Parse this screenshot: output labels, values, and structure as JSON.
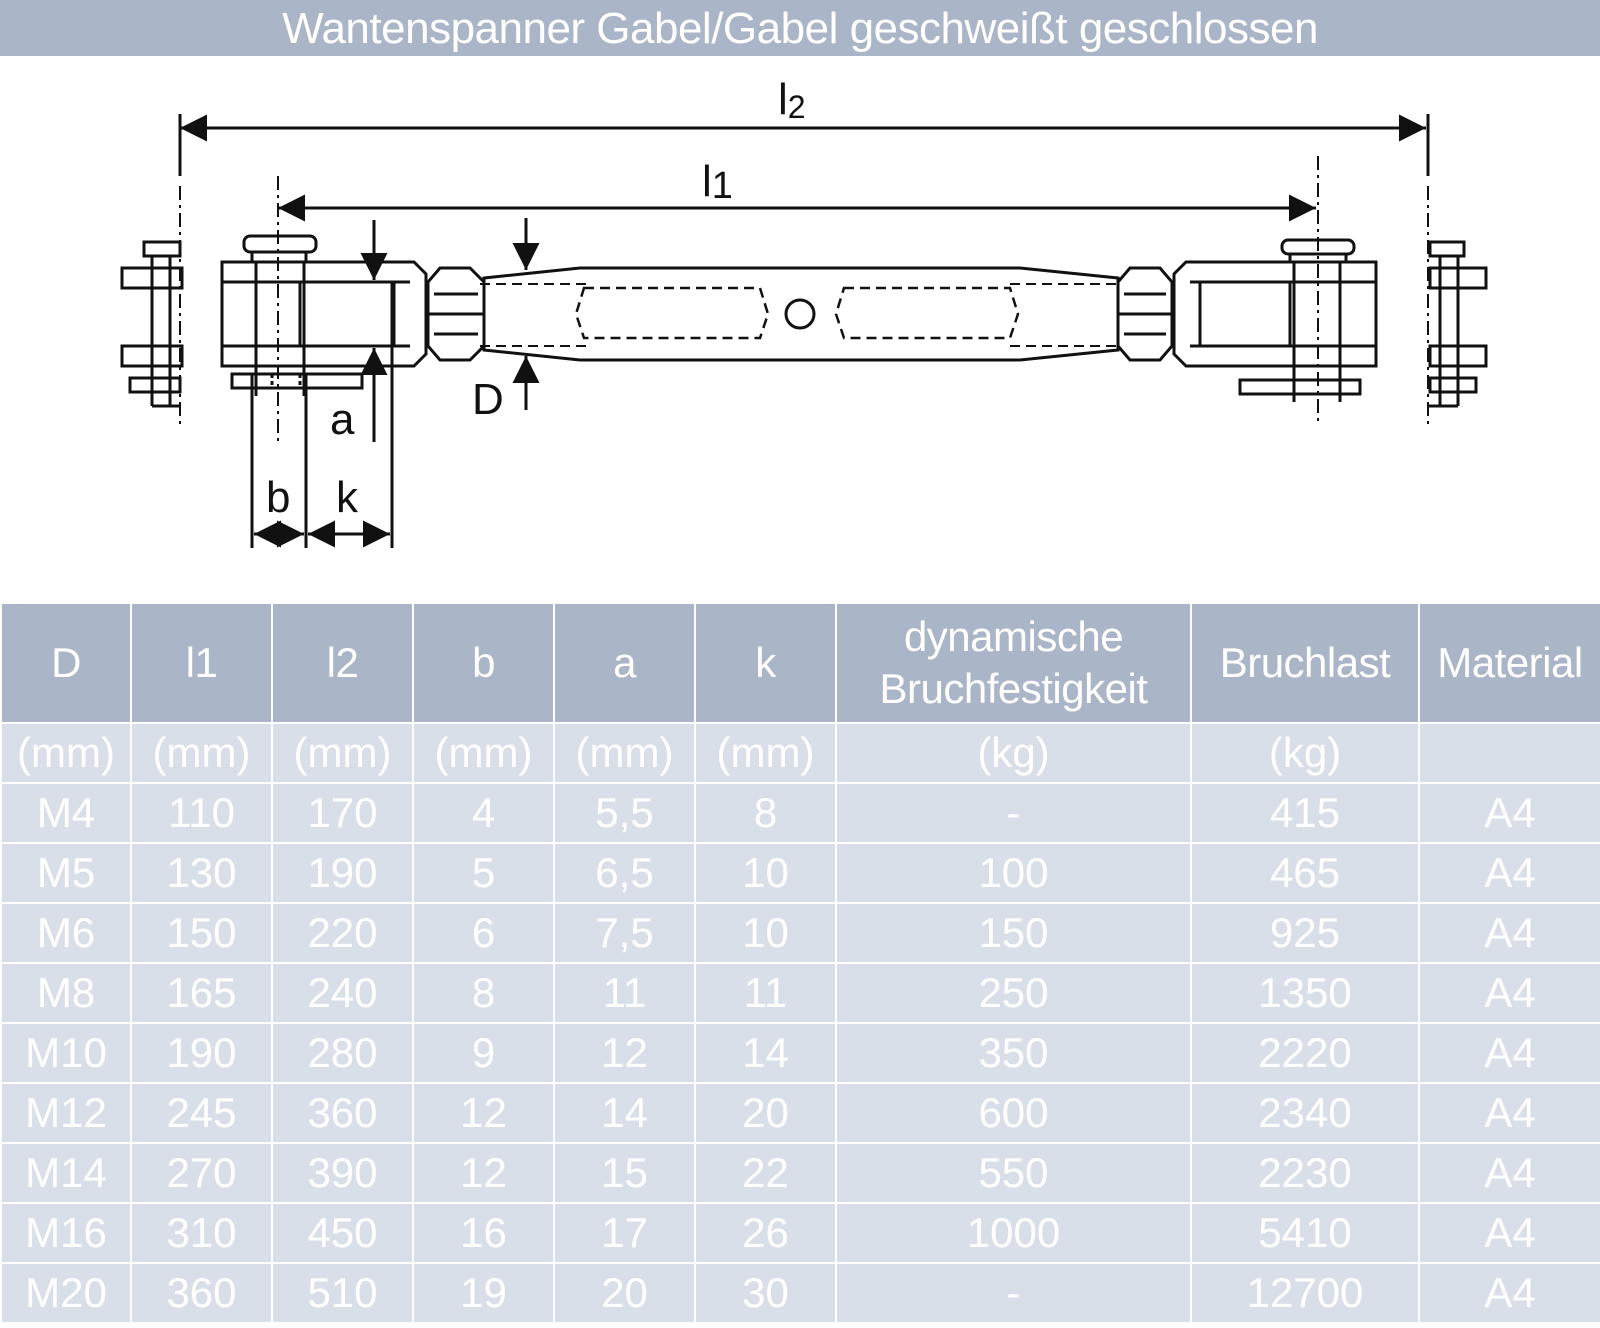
{
  "title": "Wantenspanner Gabel/Gabel geschweißt geschlossen",
  "diagram": {
    "labels": {
      "l2": "l",
      "l2_sub": "2",
      "l1": "l",
      "l1_sub": "1",
      "D": "D",
      "a": "a",
      "b": "b",
      "k": "k"
    }
  },
  "table": {
    "headers": [
      "D",
      "l1",
      "l2",
      "b",
      "a",
      "k",
      "dynamische",
      "Bruchlast",
      "Material"
    ],
    "header_dyn_line2": "Bruchfestigkeit",
    "units": [
      "(mm)",
      "(mm)",
      "(mm)",
      "(mm)",
      "(mm)",
      "(mm)",
      "(kg)",
      "(kg)",
      ""
    ],
    "rows": [
      [
        "M4",
        "110",
        "170",
        "4",
        "5,5",
        "8",
        "-",
        "415",
        "A4"
      ],
      [
        "M5",
        "130",
        "190",
        "5",
        "6,5",
        "10",
        "100",
        "465",
        "A4"
      ],
      [
        "M6",
        "150",
        "220",
        "6",
        "7,5",
        "10",
        "150",
        "925",
        "A4"
      ],
      [
        "M8",
        "165",
        "240",
        "8",
        "11",
        "11",
        "250",
        "1350",
        "A4"
      ],
      [
        "M10",
        "190",
        "280",
        "9",
        "12",
        "14",
        "350",
        "2220",
        "A4"
      ],
      [
        "M12",
        "245",
        "360",
        "12",
        "14",
        "20",
        "600",
        "2340",
        "A4"
      ],
      [
        "M14",
        "270",
        "390",
        "12",
        "15",
        "22",
        "550",
        "2230",
        "A4"
      ],
      [
        "M16",
        "310",
        "450",
        "16",
        "17",
        "26",
        "1000",
        "5410",
        "A4"
      ],
      [
        "M20",
        "360",
        "510",
        "19",
        "20",
        "30",
        "-",
        "12700",
        "A4"
      ]
    ]
  },
  "colors": {
    "header_bg": "#aab5c8",
    "row_bg": "#d9dfe8",
    "text": "#ffffff",
    "drawing": "#111111"
  }
}
